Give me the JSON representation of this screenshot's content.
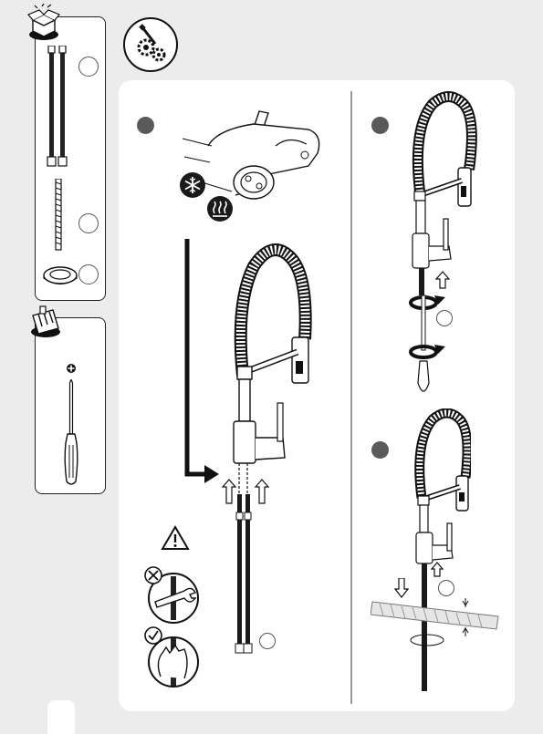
{
  "colors": {
    "background": "#ececec",
    "panel": "#ffffff",
    "line": "#222222",
    "badge": "#5a5a5a",
    "hot": "#1a1a1a",
    "cold": "#1a1a1a"
  },
  "icons": {
    "package_contents": "open-box-icon",
    "tools": "toolbox-icon",
    "settings": "gears-screwdriver-icon",
    "cold": "snowflake-icon",
    "hot": "heat-waves-icon",
    "warning": "warning-triangle-icon",
    "no_wrench": "no-wrench-icon",
    "hand_tighten": "hand-tighten-icon",
    "arrow": "arrow-up-icon"
  },
  "steps": [
    {
      "id": "step-1",
      "label": ""
    },
    {
      "id": "step-2",
      "label": ""
    },
    {
      "id": "step-3",
      "label": ""
    }
  ]
}
